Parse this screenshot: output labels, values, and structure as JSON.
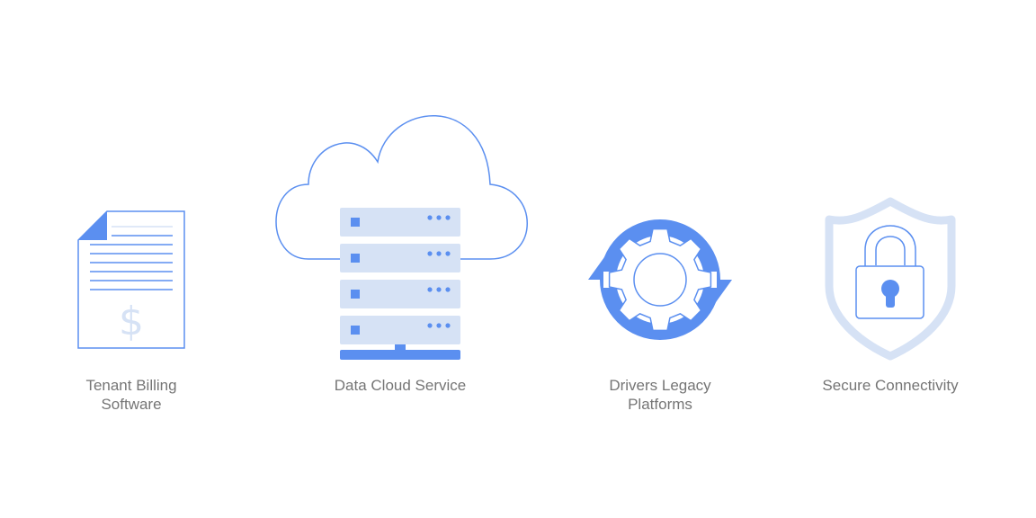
{
  "items": [
    {
      "icon": "invoice-document-icon",
      "label_lines": [
        "Tenant Billing",
        "Software"
      ],
      "glyph": "$"
    },
    {
      "icon": "cloud-server-icon",
      "label_lines": [
        "Data Cloud Service"
      ]
    },
    {
      "icon": "gear-sync-icon",
      "label_lines": [
        "Drivers Legacy",
        "Platforms"
      ]
    },
    {
      "icon": "shield-lock-icon",
      "label_lines": [
        "Secure Connectivity"
      ]
    }
  ],
  "colors": {
    "primary": "#5b8ff0",
    "light": "#d6e2f5",
    "label": "#757575",
    "background": "#ffffff"
  }
}
